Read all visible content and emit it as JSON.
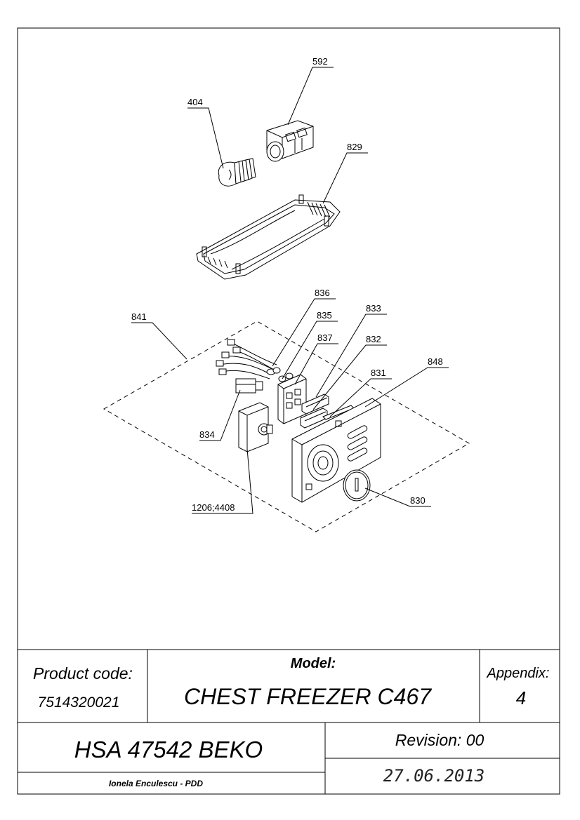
{
  "callouts": {
    "c592": "592",
    "c404": "404",
    "c829": "829",
    "c836": "836",
    "c835": "835",
    "c833": "833",
    "c837": "837",
    "c841": "841",
    "c832": "832",
    "c848": "848",
    "c831": "831",
    "c834": "834",
    "c830": "830",
    "c1206": "1206;4408"
  },
  "title_block": {
    "product_code_label": "Product code:",
    "product_code": "7514320021",
    "model_label": "Model:",
    "model": "CHEST FREEZER C467",
    "appendix_label": "Appendix:",
    "appendix": "4",
    "drawing_name": "HSA 47542 BEKO",
    "revision": "Revision: 00",
    "author": "Ionela Enculescu - PDD",
    "date": "27.06.2013"
  }
}
